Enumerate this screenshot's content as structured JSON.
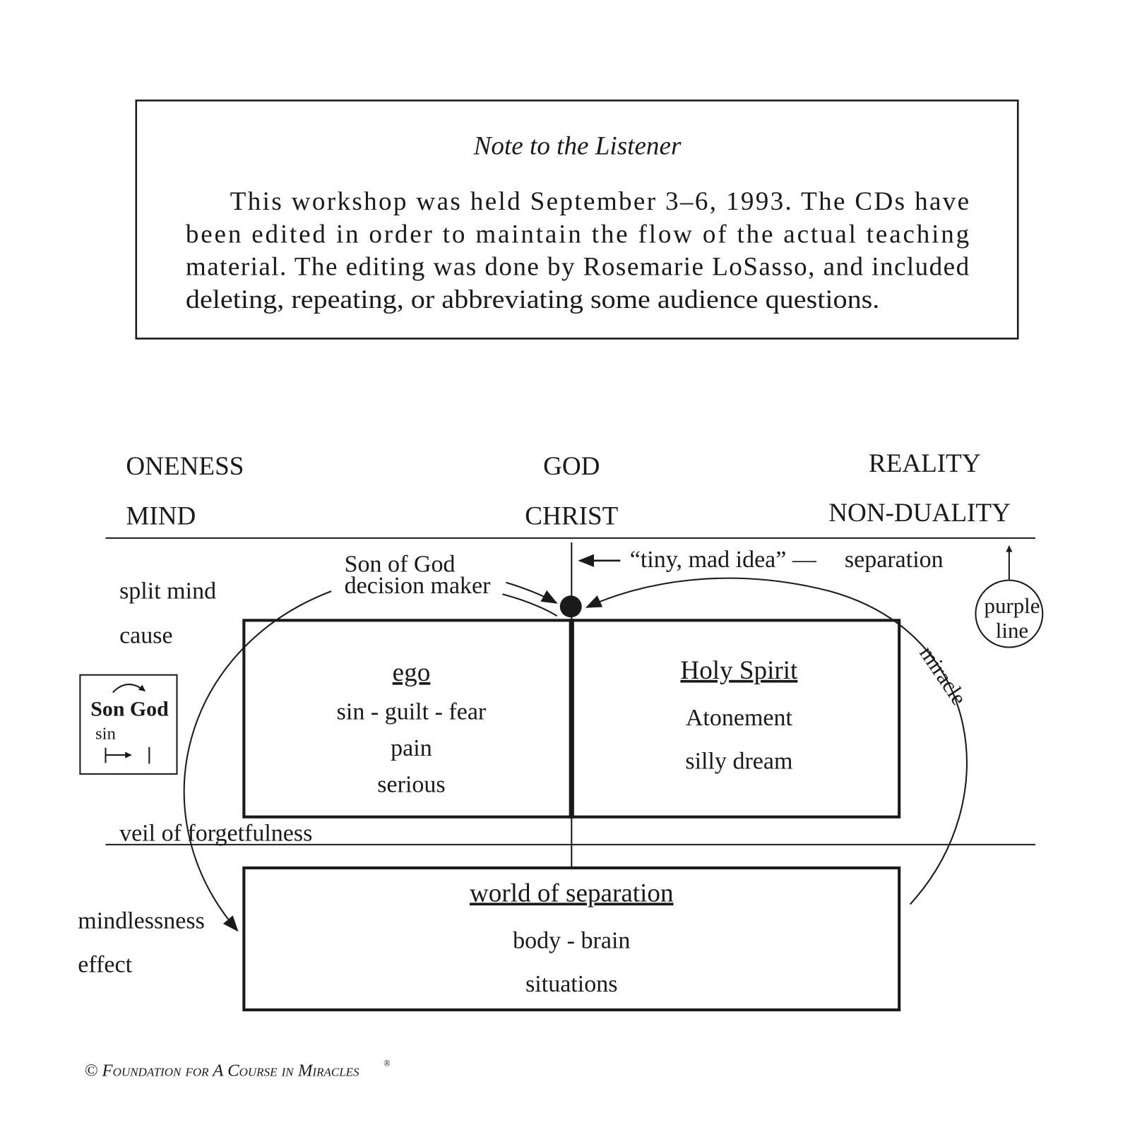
{
  "note": {
    "title": "Note to the Listener",
    "lines": [
      "This workshop was held September 3–6, 1993. The CDs have",
      "been edited in order to maintain the flow of the actual teaching",
      "material. The editing was done by Rosemarie LoSasso, and included",
      "deleting, repeating, or abbreviating some audience questions."
    ]
  },
  "diagram": {
    "headers": {
      "oneness": "ONENESS",
      "mind": "MIND",
      "god": "GOD",
      "christ": "CHRIST",
      "reality": "REALITY",
      "non_duality": "NON-DUALITY"
    },
    "tiny_mad_idea": "“tiny, mad idea” —",
    "separation": "separation",
    "son_of_god": "Son of God",
    "decision_maker": "decision maker",
    "split_mind": "split mind",
    "cause": "cause",
    "purple": "purple",
    "line": "line",
    "miracle": "miracle",
    "ego": {
      "title": "ego",
      "items": [
        "sin - guilt - fear",
        "pain",
        "serious"
      ]
    },
    "holy_spirit": {
      "title": "Holy Spirit",
      "items": [
        "Atonement",
        "silly dream"
      ]
    },
    "veil": "veil of forgetfulness",
    "world": {
      "title": "world of separation",
      "items": [
        "body - brain",
        "situations"
      ]
    },
    "mindlessness": "mindlessness",
    "effect": "effect",
    "son_god_box": {
      "son_god": "Son God",
      "sin": "sin"
    }
  },
  "footer": {
    "copyright": "© Foundation for A Course in Miracles",
    "registered": "®"
  }
}
